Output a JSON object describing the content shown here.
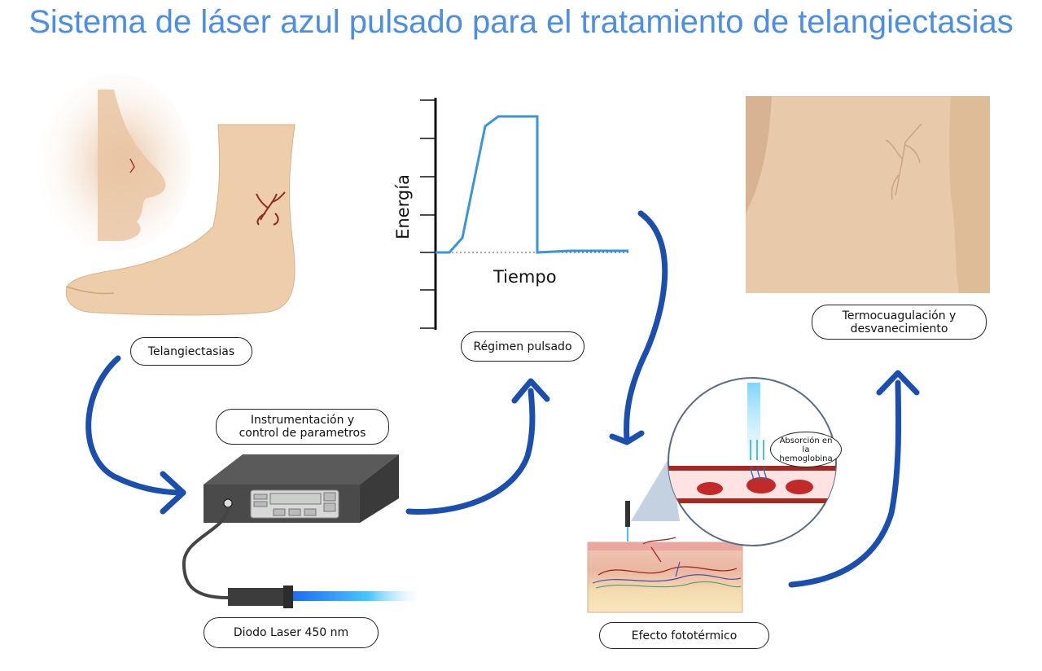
{
  "title": "Sistema de láser azul pulsado para el tratamiento de telangiectasias",
  "labels": {
    "telangiectasias": "Telangiectasias",
    "instrumentacion": "Instrumentación y control de parametros",
    "diodo": "Diodo Laser 450 nm",
    "regimen": "Régimen pulsado",
    "efecto": "Efecto fototérmico",
    "termocoagulacion": "Termocuagulación y desvanecimiento",
    "absorcion": "Absorción en la hemoglobina"
  },
  "pulse_chart": {
    "xlabel": "Tiempo",
    "ylabel": "Energía"
  },
  "colors": {
    "title": "#4a8ee6",
    "arrow": "#1a4fb0",
    "pulse_line": "#3a96d8",
    "skin": "#ecc9a4",
    "vessel": "#a32a22",
    "laser_beam": "#3fb4ff"
  }
}
